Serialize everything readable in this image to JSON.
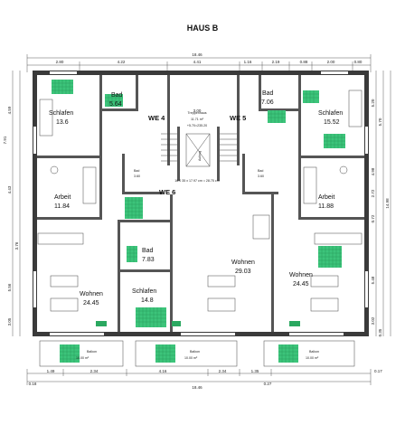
{
  "title": "HAUS B",
  "top_dims": {
    "total": "18.46",
    "segments": [
      "2.80",
      "4.22",
      "4.41",
      "1.16",
      "2.19",
      "0.88",
      "2.00",
      "0.80"
    ]
  },
  "bottom_dims": {
    "total": "18.46",
    "segments": [
      "1.49",
      "2.34",
      "4.16",
      "2.34",
      "1.35",
      "0.17",
      "0.18",
      "0.27"
    ]
  },
  "left_dims": [
    "4.59",
    "7.91",
    "4.43",
    "3.76",
    "5.56",
    "3.05"
  ],
  "right_dims": [
    "5.20",
    "5.70",
    "4.98",
    "2.72",
    "0.72",
    "14.98",
    "5.48",
    "3.02",
    "0.35"
  ],
  "inner_dims": [
    "3.00"
  ],
  "rooms": [
    {
      "key": "schlafen_tl",
      "name": "Schlafen",
      "area": "13.6"
    },
    {
      "key": "bad_tl",
      "name": "Bad",
      "area": "5.64"
    },
    {
      "key": "we4",
      "name": "WE 4"
    },
    {
      "key": "treppenhaus",
      "name": "Treppenhaus",
      "area": "11.71 m²",
      "note": "+5.70=235.20"
    },
    {
      "key": "we5",
      "name": "WE 5"
    },
    {
      "key": "bad_tr",
      "name": "Bad",
      "area": "7.06"
    },
    {
      "key": "schlafen_tr",
      "name": "Schlafen",
      "area": "15.52"
    },
    {
      "key": "arbeit_l",
      "name": "Arbeit",
      "area": "11.84"
    },
    {
      "key": "arbeit_r",
      "name": "Arbeit",
      "area": "11.88"
    },
    {
      "key": "we6",
      "name": "WE 6"
    },
    {
      "key": "bad_m",
      "name": "Bad",
      "area": "7.83"
    },
    {
      "key": "wohnen_l",
      "name": "Wohnen",
      "area": "24.45"
    },
    {
      "key": "schlafen_m",
      "name": "Schlafen",
      "area": "14.8"
    },
    {
      "key": "wohnen_m",
      "name": "Wohnen",
      "area": "29.03"
    },
    {
      "key": "wohnen_r",
      "name": "Wohnen",
      "area": "24.45"
    }
  ],
  "small_labels": {
    "bad_small_1": "Bad",
    "bad_small_1_area": "3.60",
    "bad_small_2": "Bad",
    "bad_small_2_area": "3.60",
    "aufzug": "Aufzug",
    "stair_note": "16.0 35 x 17.97 cm = 28.75 cm"
  },
  "balconies": [
    {
      "name": "Balkon",
      "area": "10.00 m²"
    },
    {
      "name": "Balkon",
      "area": "10.00 m²"
    },
    {
      "name": "Balkon",
      "area": "10.00 m²"
    }
  ],
  "colors": {
    "accent_green": "#3cc47a",
    "wall": "#3a3a3a"
  }
}
